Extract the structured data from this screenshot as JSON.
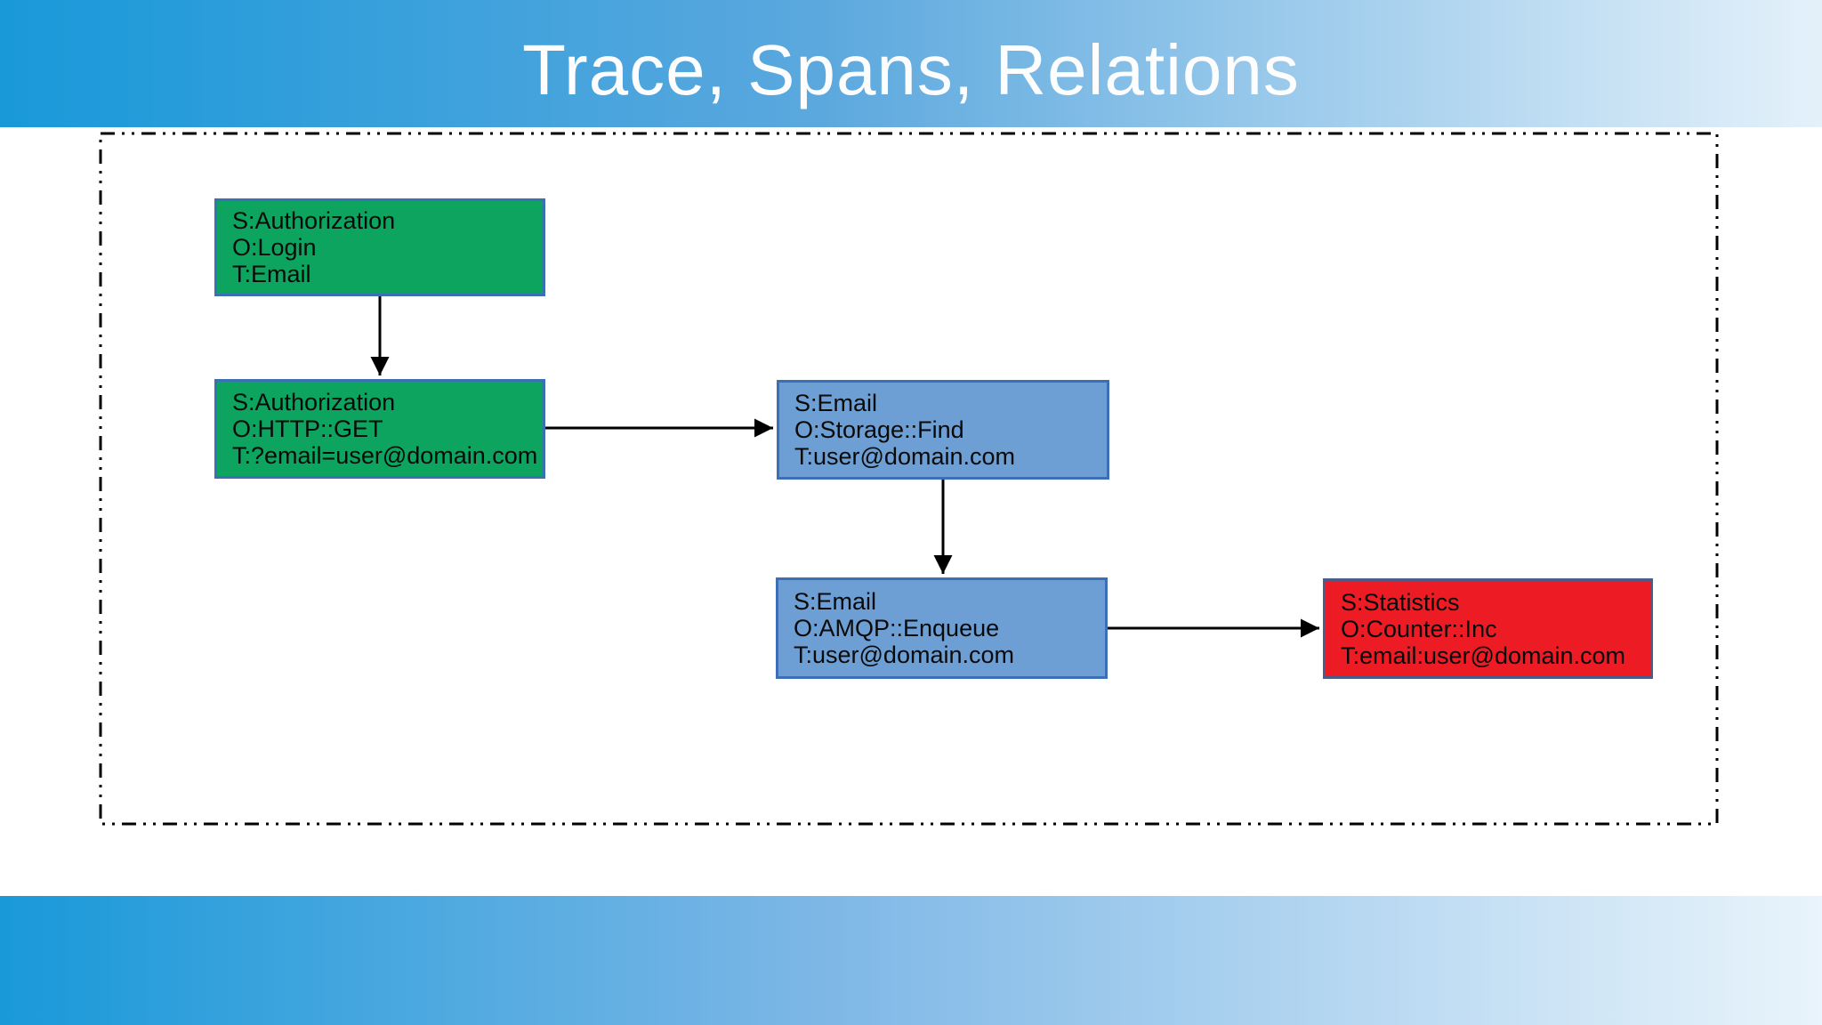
{
  "slide": {
    "title": "Trace, Spans, Relations"
  },
  "colors": {
    "header-left": "#1999d9",
    "header-right": "#e4f1fa",
    "green-fill": "#0da45f",
    "blue-fill": "#6d9fd4",
    "red-fill": "#ed1c24",
    "green-blue-border": "#3c6fb6",
    "red-border": "#4d5b88",
    "line-color": "#000000",
    "title-color": "#fdfdfd"
  },
  "diagram": {
    "nodes": [
      {
        "id": "auth-login",
        "color": "green",
        "lines": [
          "S:Authorization",
          "O:Login",
          "T:Email"
        ]
      },
      {
        "id": "auth-http-get",
        "color": "green",
        "lines": [
          "S:Authorization",
          "O:HTTP::GET",
          "T:?email=user@domain.com"
        ]
      },
      {
        "id": "email-storage-find",
        "color": "blue",
        "lines": [
          "S:Email",
          "O:Storage::Find",
          "T:user@domain.com"
        ]
      },
      {
        "id": "email-amqp-enqueue",
        "color": "blue",
        "lines": [
          "S:Email",
          "O:AMQP::Enqueue",
          "T:user@domain.com"
        ]
      },
      {
        "id": "statistics-counter-inc",
        "color": "red",
        "lines": [
          "S:Statistics",
          "O:Counter::Inc",
          "T:email:user@domain.com"
        ]
      }
    ],
    "edges": [
      {
        "from": "auth-login",
        "to": "auth-http-get"
      },
      {
        "from": "auth-http-get",
        "to": "email-storage-find"
      },
      {
        "from": "email-storage-find",
        "to": "email-amqp-enqueue"
      },
      {
        "from": "email-amqp-enqueue",
        "to": "statistics-counter-inc"
      }
    ]
  }
}
